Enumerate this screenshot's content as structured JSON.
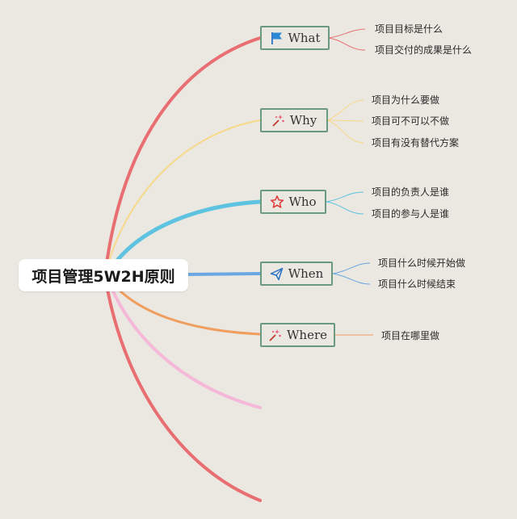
{
  "root": {
    "title": "项目管理5W2H原则"
  },
  "branches": [
    {
      "label": "What",
      "icon": "flag-icon",
      "color": "#e86e71",
      "children": [
        "项目目标是什么",
        "项目交付的成果是什么"
      ]
    },
    {
      "label": "Why",
      "icon": "sparkle-icon",
      "color": "#f7d98a",
      "children": [
        "项目为什么要做",
        "项目可不可以不做",
        "项目有没有替代方案"
      ]
    },
    {
      "label": "Who",
      "icon": "star-icon",
      "color": "#5ec3e0",
      "children": [
        "项目的负责人是谁",
        "项目的参与人是谁"
      ]
    },
    {
      "label": "When",
      "icon": "paper-plane-icon",
      "color": "#6aa7e0",
      "children": [
        "项目什么时候开始做",
        "项目什么时候结束"
      ]
    },
    {
      "label": "Where",
      "icon": "sparkle-icon",
      "color": "#ef9e5e",
      "children": [
        "项目在哪里做"
      ]
    },
    {
      "label": "",
      "color": "#f5b8d8",
      "children": []
    },
    {
      "label": "",
      "color": "#e86e71",
      "children": []
    }
  ],
  "colors": {
    "background": "#ebe7e1",
    "node_border": "#6b9a80",
    "root_fill": "#ffffff"
  }
}
